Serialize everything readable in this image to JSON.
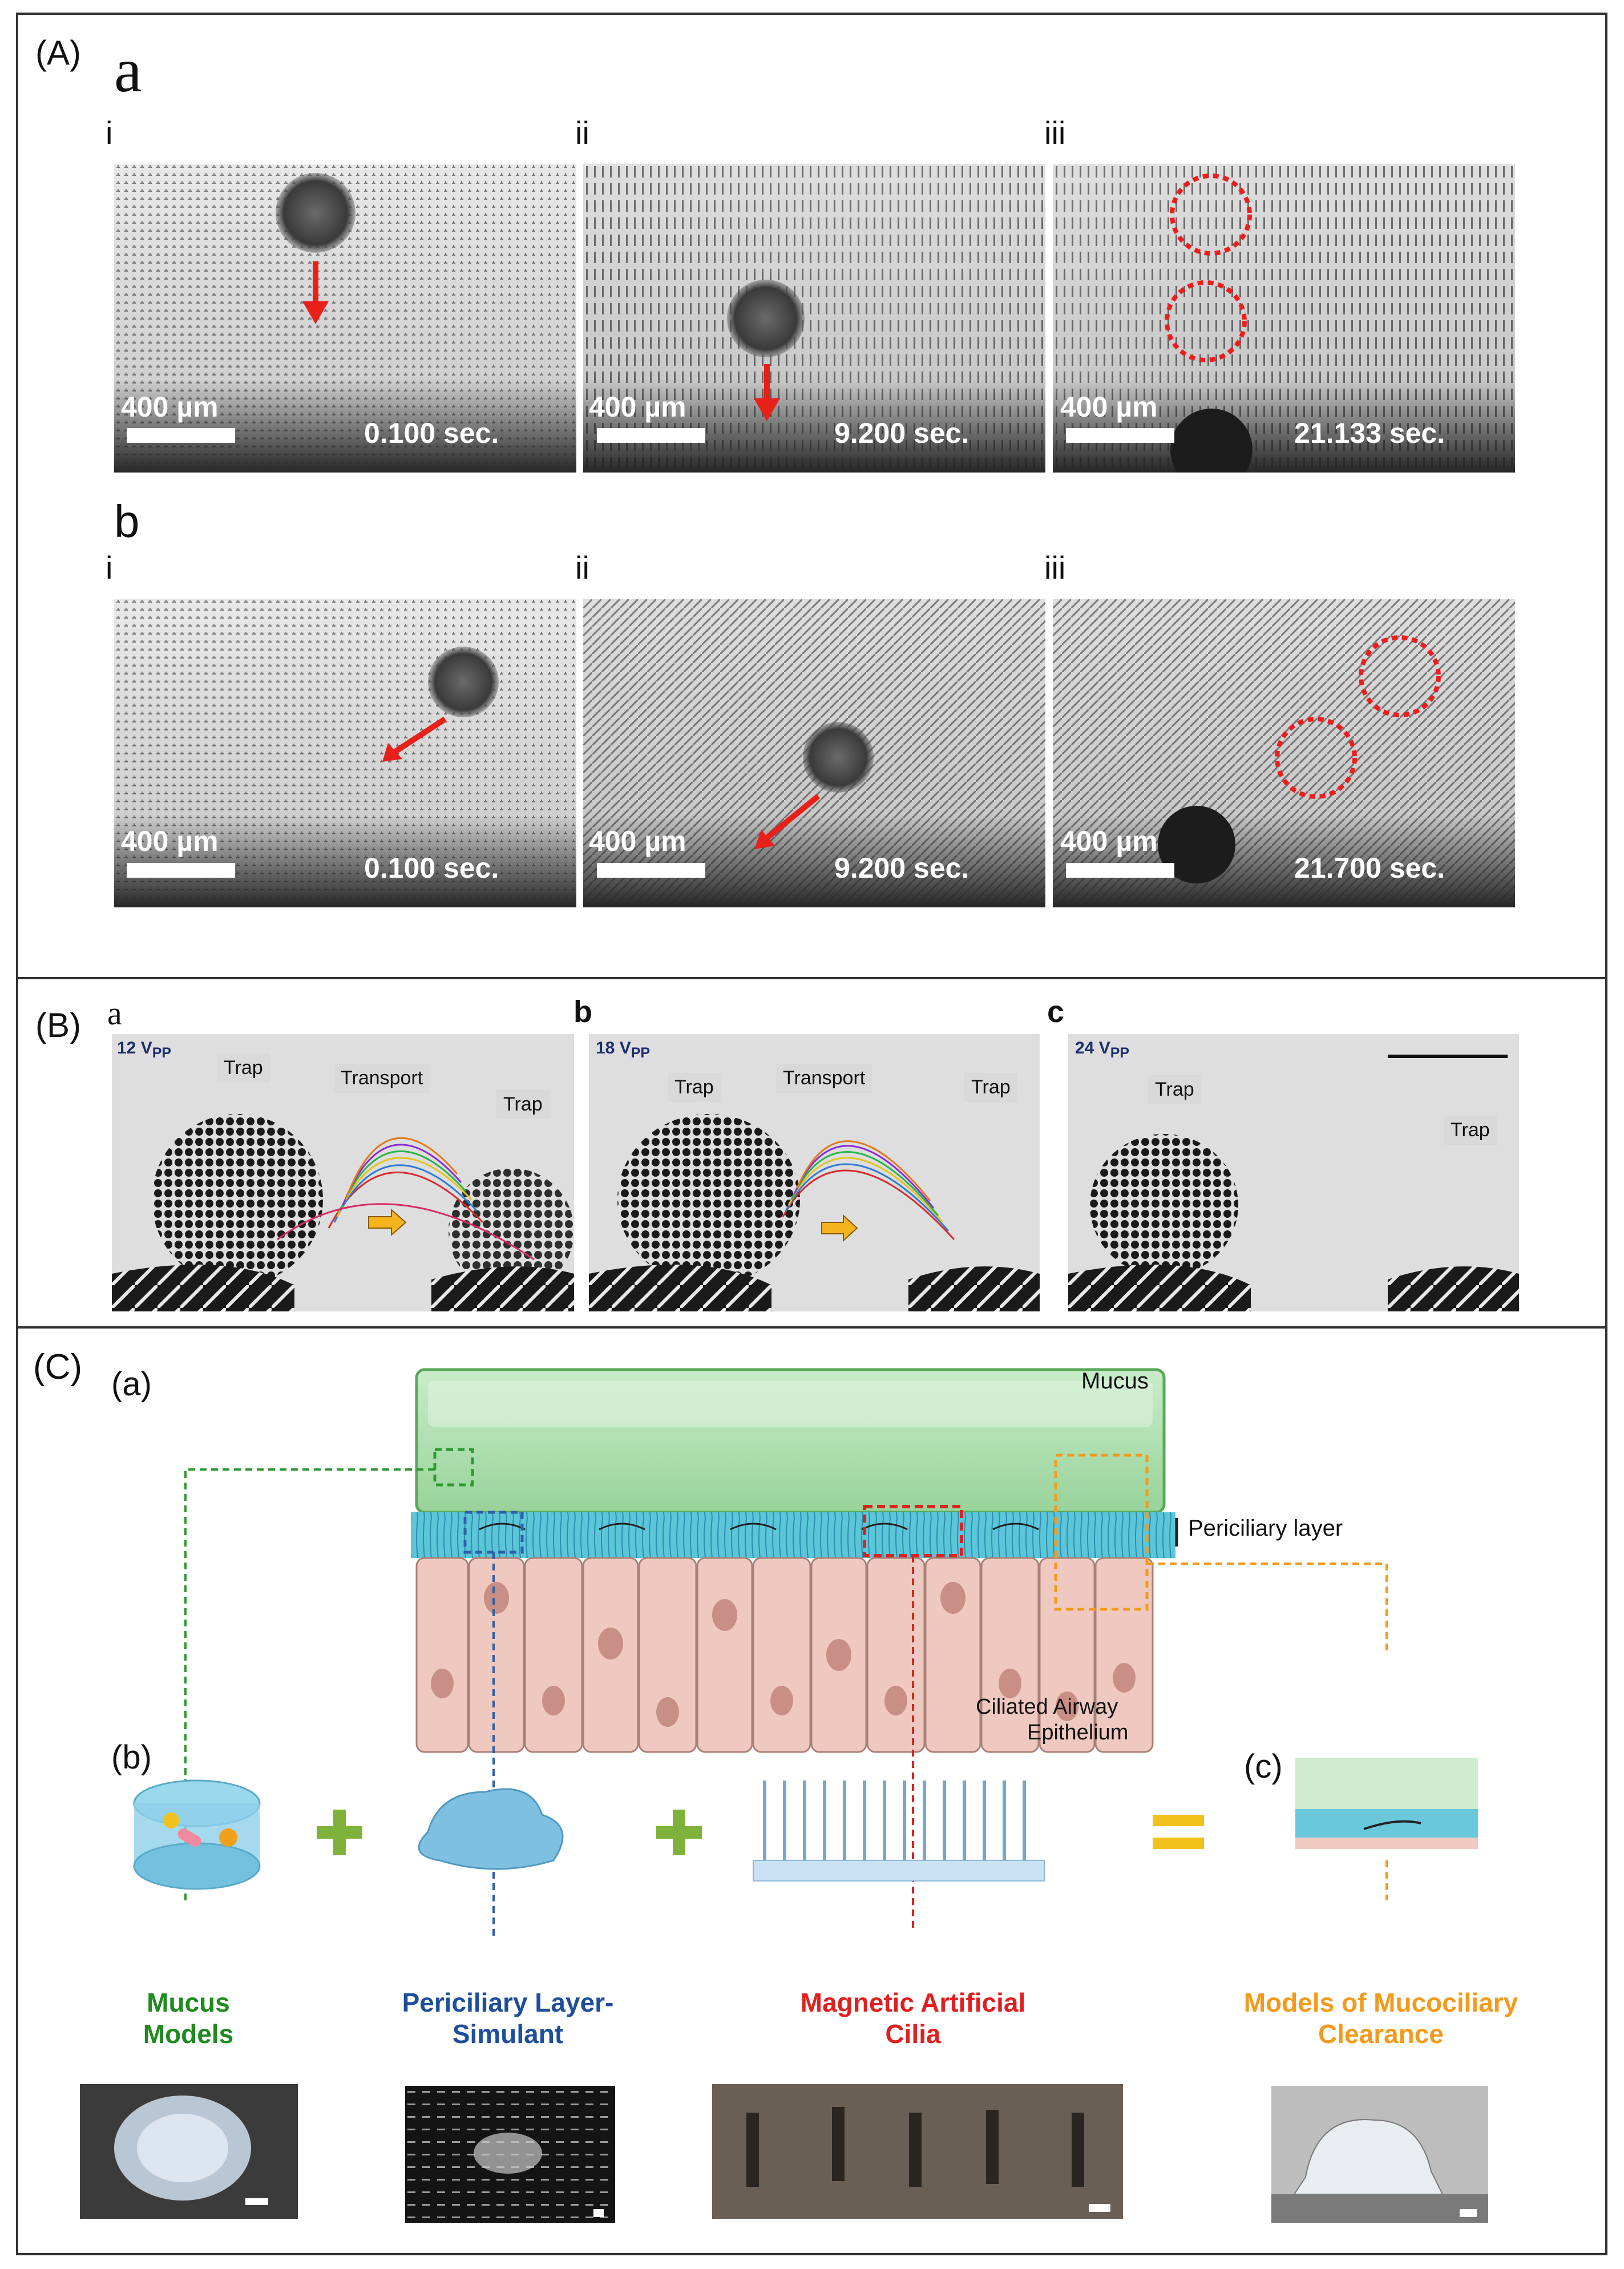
{
  "panelA": {
    "label": "(A)",
    "rowA": {
      "label": "a",
      "frames": [
        {
          "roman": "i",
          "scale": "400 µm",
          "time": "0.100   sec."
        },
        {
          "roman": "ii",
          "scale": "400 µm",
          "time": "9.200   sec."
        },
        {
          "roman": "iii",
          "scale": "400 µm",
          "time": "21.133 sec."
        }
      ]
    },
    "rowB": {
      "label": "b",
      "frames": [
        {
          "roman": "i",
          "scale": "400 µm",
          "time": "0.100   sec."
        },
        {
          "roman": "ii",
          "scale": "400 µm",
          "time": "9.200   sec."
        },
        {
          "roman": "iii",
          "scale": "400 µm",
          "time": "21.700 sec."
        }
      ]
    }
  },
  "panelB": {
    "label": "(B)",
    "frames": [
      {
        "letter": "a",
        "voltage": "12 V",
        "sub": "PP",
        "labels": [
          "Trap",
          "Transport",
          "Trap"
        ]
      },
      {
        "letter": "b",
        "voltage": "18 V",
        "sub": "PP",
        "labels": [
          "Trap",
          "Transport",
          "Trap"
        ]
      },
      {
        "letter": "c",
        "voltage": "24 V",
        "sub": "PP",
        "labels": [
          "Trap",
          "Trap"
        ]
      }
    ]
  },
  "panelC": {
    "label": "(C)",
    "sub_a": "(a)",
    "sub_b": "(b)",
    "sub_c": "(c)",
    "mucus": "Mucus",
    "periciliary": "Periciliary layer",
    "epithelium_1": "Ciliated Airway",
    "epithelium_2": "Epithelium",
    "captions": [
      {
        "line1": "Mucus",
        "line2": "Models",
        "color": "#1f8a1f"
      },
      {
        "line1": "Periciliary Layer-",
        "line2": "Simulant",
        "color": "#1d4f9c"
      },
      {
        "line1": "Magnetic Artificial",
        "line2": "Cilia",
        "color": "#e02020"
      },
      {
        "line1": "Models of Mucociliary",
        "line2": "Clearance",
        "color": "#f39a1d"
      }
    ],
    "colors": {
      "green": "#2e9a2e",
      "blue": "#2f5fa8",
      "red": "#e02020",
      "orange": "#f39a1d",
      "plus": "#7fb23a",
      "equals": "#f2c21c"
    }
  }
}
